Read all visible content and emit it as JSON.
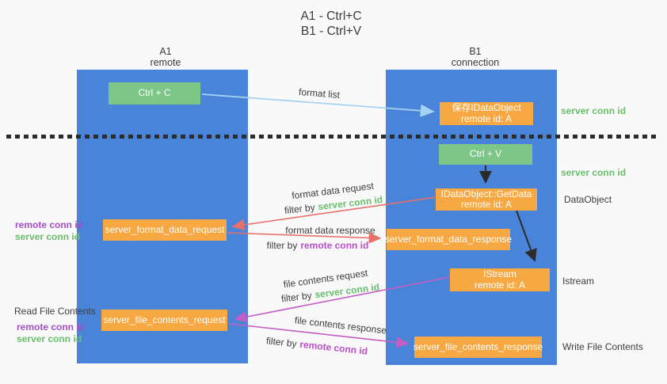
{
  "title": {
    "line1": "A1 - Ctrl+C",
    "line2": "B1 - Ctrl+V"
  },
  "columns": {
    "a1": {
      "name": "A1",
      "role": "remote"
    },
    "b1": {
      "name": "B1",
      "role": "connection"
    }
  },
  "nodes": {
    "ctrl_c": {
      "label": "Ctrl + C"
    },
    "ctrl_v": {
      "label": "Ctrl + V"
    },
    "save_dataobject": {
      "line1": "保存IDataObject",
      "line2": "remote id: A"
    },
    "getdata": {
      "line1": "IDataObject::GetData",
      "line2": "remote id: A"
    },
    "istream": {
      "line1": "IStream",
      "line2": "remote id: A"
    },
    "format_request": {
      "label": "server_format_data_request"
    },
    "format_response": {
      "label": "server_format_data_response"
    },
    "file_request": {
      "label": "server_file_contents_request"
    },
    "file_response": {
      "label": "server_file_contents_response"
    }
  },
  "labels": {
    "format_list": "format list",
    "format_data_request": "format data request",
    "format_data_response": "format data response",
    "file_contents_request": "file contents request",
    "file_contents_response": "file contents response",
    "filter_by": "filter by",
    "server_conn_id": "server conn id",
    "remote_conn_id": "remote conn id",
    "dataobject": "DataObject",
    "istream": "Istream",
    "read_file_contents": "Read File Contents",
    "write_file_contents": "Write File Contents"
  },
  "colors": {
    "panel_blue": "#4a84d9",
    "node_green": "#7cc687",
    "node_orange": "#f7a843",
    "arrow_lightblue": "#a5d2f2",
    "arrow_salmon": "#e7706b",
    "arrow_magenta": "#c25ec4",
    "arrow_black": "#2b2b2b",
    "text_green": "#69bf6b",
    "text_purple": "#a44fc6",
    "text_dark": "#3d3d3d",
    "background": "#f9f9f9"
  }
}
